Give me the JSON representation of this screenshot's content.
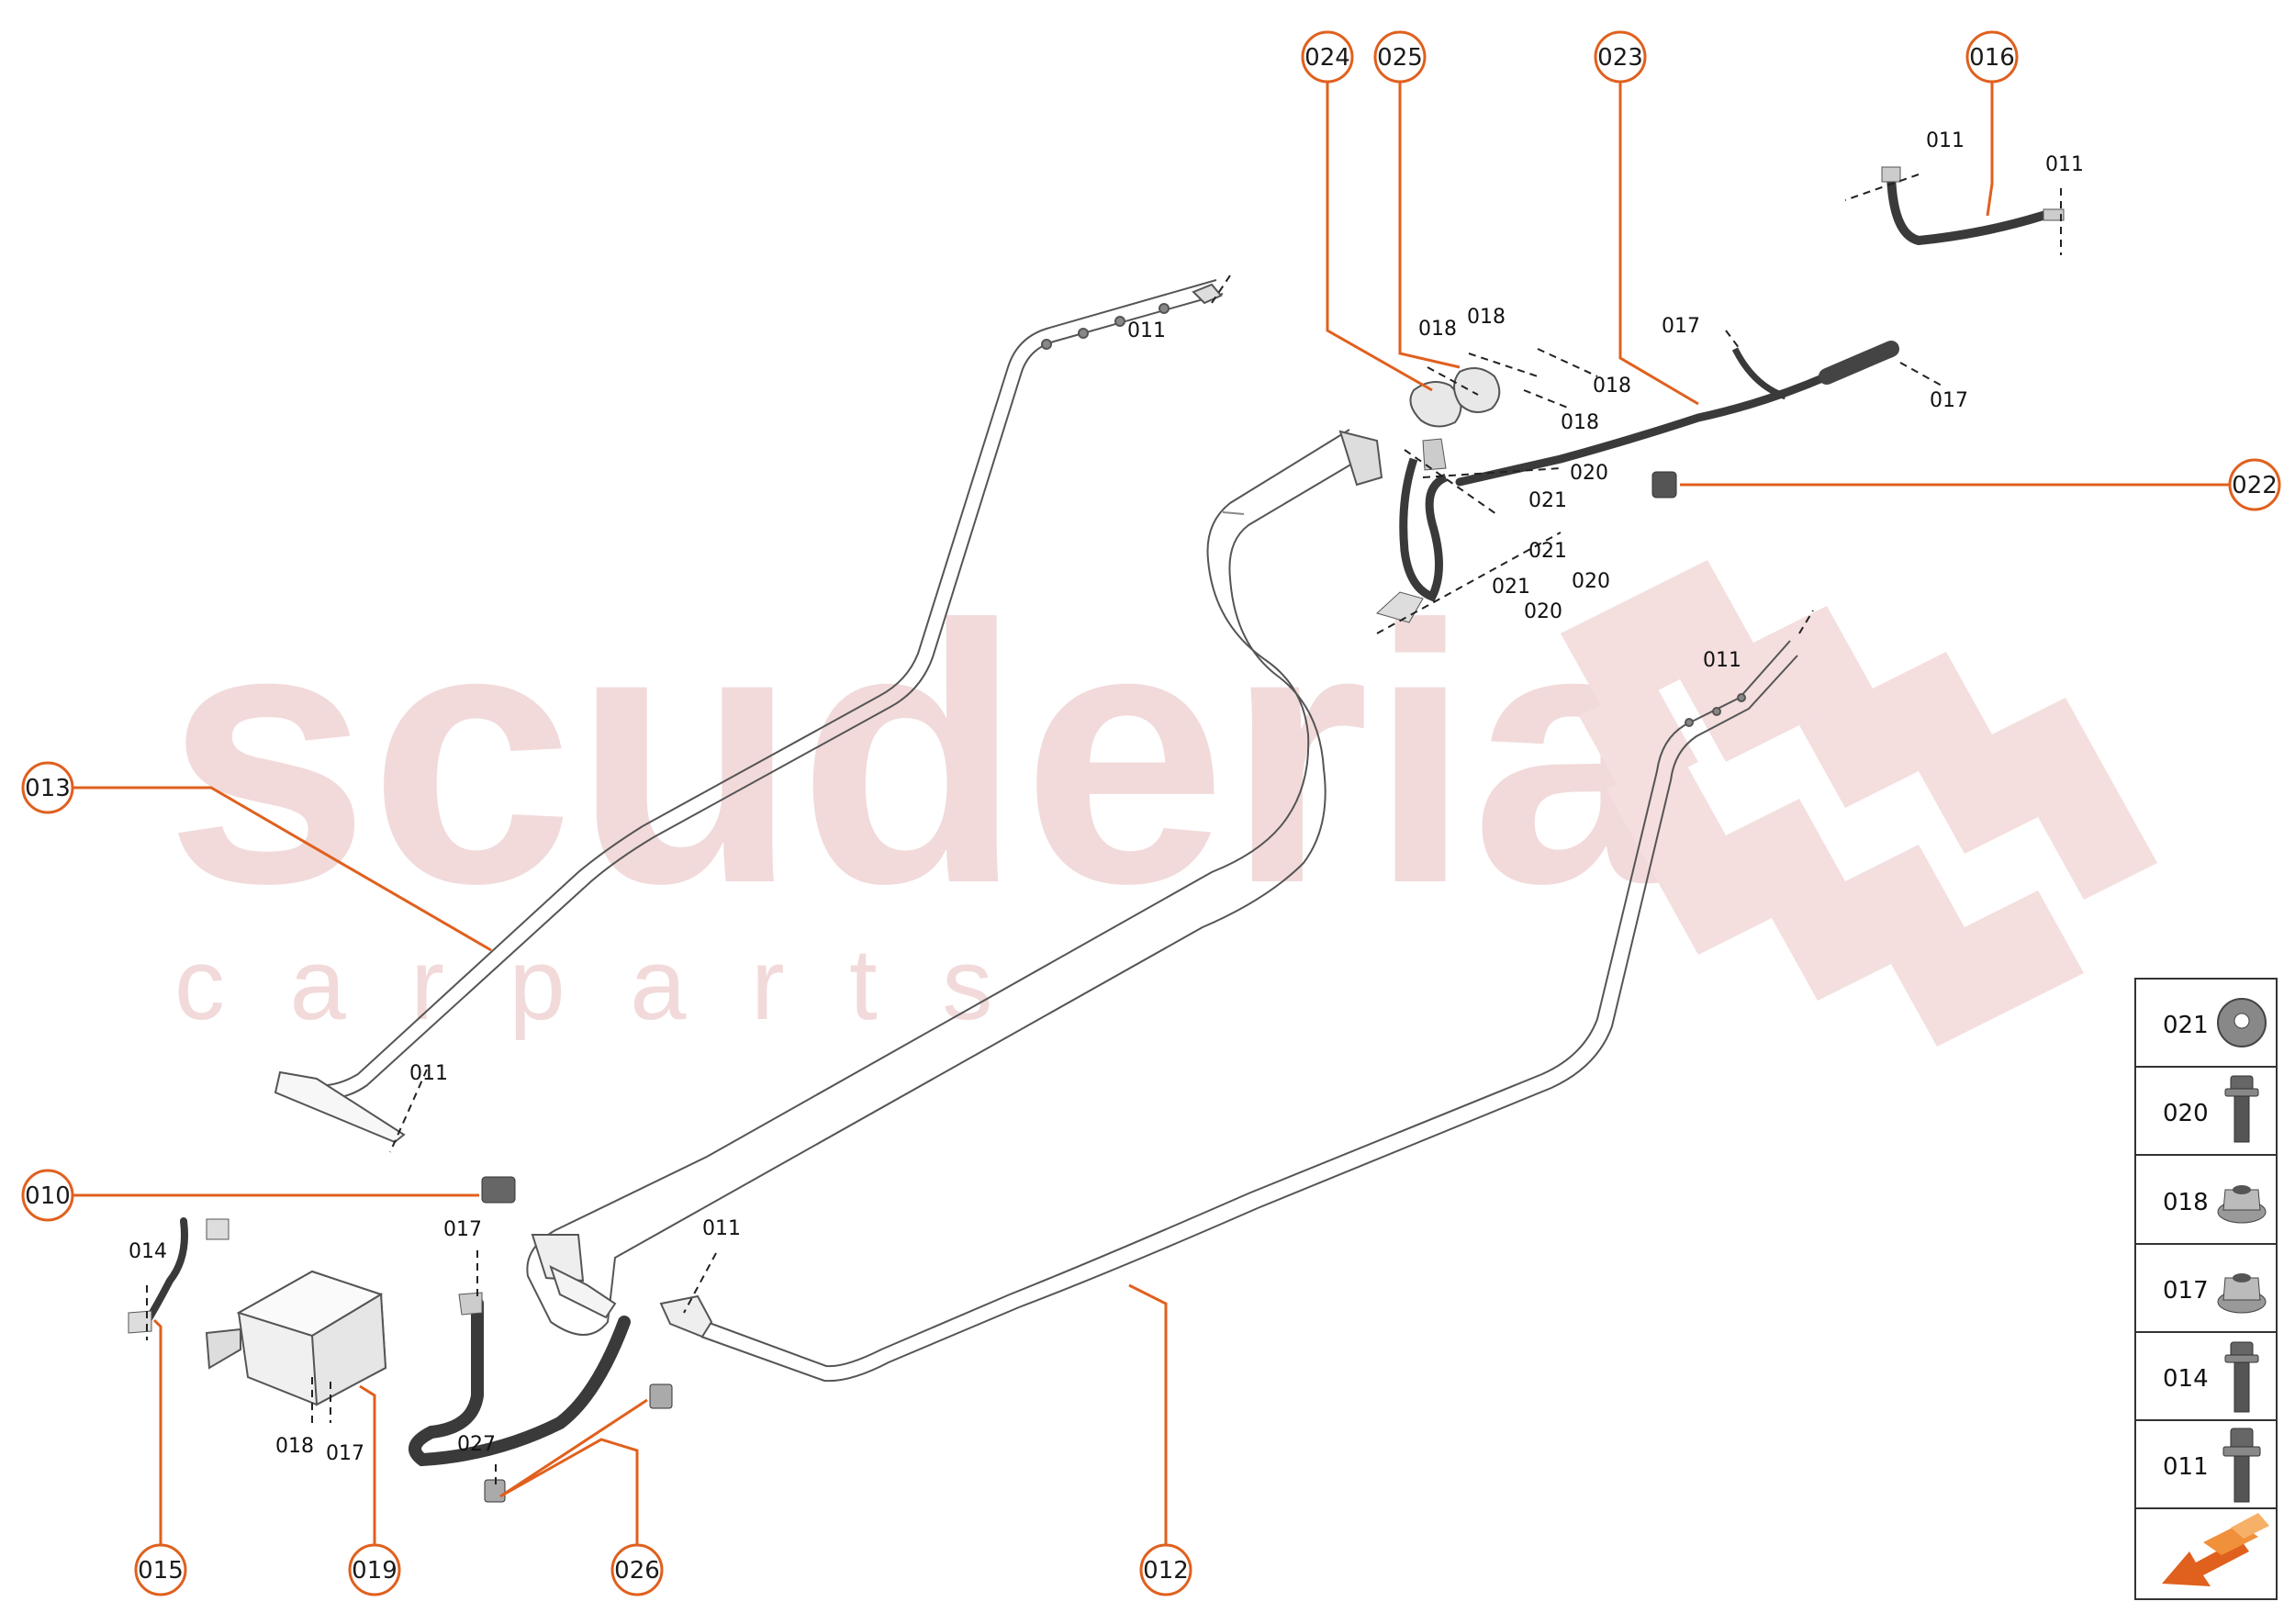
{
  "watermark": {
    "brand": "scuderia",
    "tagline": "c a r   p a r t s"
  },
  "callouts": [
    {
      "id": "c024",
      "label": "024"
    },
    {
      "id": "c025",
      "label": "025"
    },
    {
      "id": "c023",
      "label": "023"
    },
    {
      "id": "c016",
      "label": "016"
    },
    {
      "id": "c022",
      "label": "022"
    },
    {
      "id": "c013",
      "label": "013"
    },
    {
      "id": "c010",
      "label": "010"
    },
    {
      "id": "c015",
      "label": "015"
    },
    {
      "id": "c019",
      "label": "019"
    },
    {
      "id": "c026",
      "label": "026"
    },
    {
      "id": "c012",
      "label": "012"
    }
  ],
  "part_labels": [
    {
      "id": "p1",
      "label": "011"
    },
    {
      "id": "p2",
      "label": "011"
    },
    {
      "id": "p3",
      "label": "011"
    },
    {
      "id": "p4",
      "label": "018"
    },
    {
      "id": "p5",
      "label": "018"
    },
    {
      "id": "p6",
      "label": "018"
    },
    {
      "id": "p7",
      "label": "018"
    },
    {
      "id": "p8",
      "label": "017"
    },
    {
      "id": "p9",
      "label": "017"
    },
    {
      "id": "p10",
      "label": "020"
    },
    {
      "id": "p11",
      "label": "021"
    },
    {
      "id": "p12",
      "label": "021"
    },
    {
      "id": "p13",
      "label": "020"
    },
    {
      "id": "p14",
      "label": "021"
    },
    {
      "id": "p15",
      "label": "020"
    },
    {
      "id": "p16",
      "label": "011"
    },
    {
      "id": "p17",
      "label": "011"
    },
    {
      "id": "p18",
      "label": "011"
    },
    {
      "id": "p19",
      "label": "017"
    },
    {
      "id": "p20",
      "label": "014"
    },
    {
      "id": "p21",
      "label": "018"
    },
    {
      "id": "p22",
      "label": "017"
    },
    {
      "id": "p23",
      "label": "027"
    }
  ],
  "legend": {
    "rows": [
      {
        "code": "021",
        "icon": "washer-icon"
      },
      {
        "code": "020",
        "icon": "bolt-icon"
      },
      {
        "code": "018",
        "icon": "flange-nut-icon"
      },
      {
        "code": "017",
        "icon": "flange-nut-icon"
      },
      {
        "code": "014",
        "icon": "bolt-icon"
      },
      {
        "code": "011",
        "icon": "stud-bolt-icon"
      }
    ],
    "arrow_icon": "direction-arrow-icon"
  },
  "colors": {
    "accent": "#e0601e",
    "line": "#555555",
    "cable": "#3a3a3a",
    "watermark": "#f2dada"
  }
}
